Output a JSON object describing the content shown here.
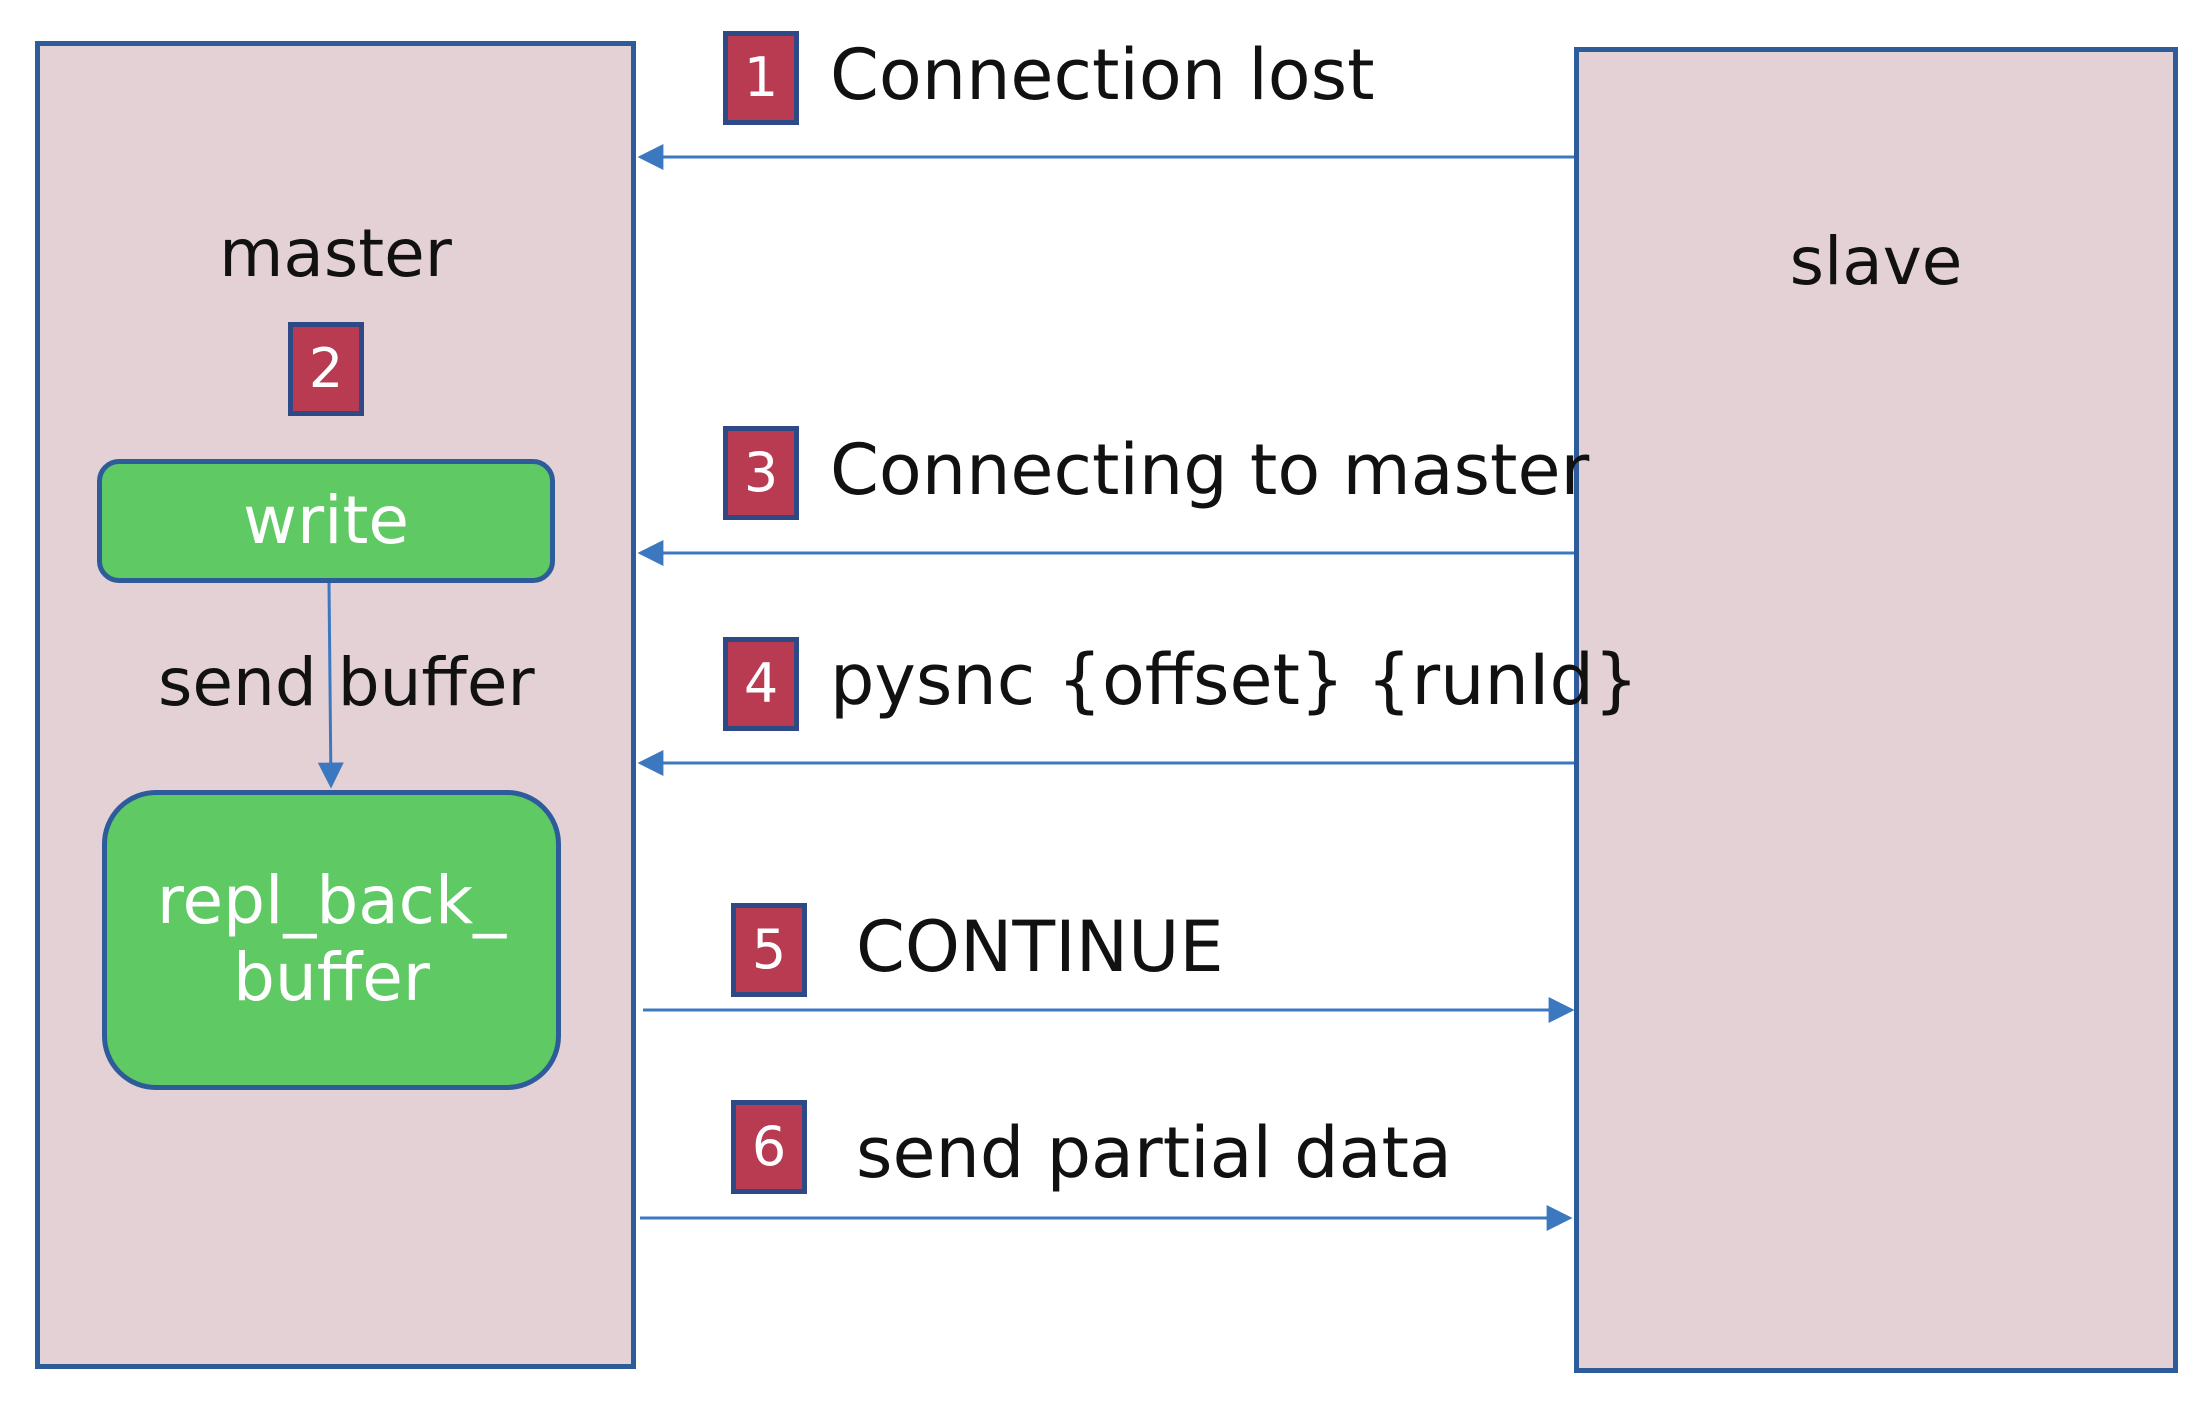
{
  "colors": {
    "node_fill": "#e4d1d5",
    "node_border": "#2e5c9a",
    "green_fill": "#5fca63",
    "badge_fill": "#b93b51",
    "arrow": "#3c78c0"
  },
  "master": {
    "label": "master",
    "step_badge": "2",
    "write_label": "write",
    "send_buffer_label": "send buffer",
    "buffer_label_line1": "repl_back_",
    "buffer_label_line2": "buffer"
  },
  "slave": {
    "label": "slave"
  },
  "messages": [
    {
      "step": "1",
      "text": "Connection lost",
      "direction": "slave-to-master"
    },
    {
      "step": "3",
      "text": "Connecting to master",
      "direction": "slave-to-master"
    },
    {
      "step": "4",
      "text": "pysnc {offset} {runId}",
      "direction": "slave-to-master"
    },
    {
      "step": "5",
      "text": "CONTINUE",
      "direction": "master-to-slave"
    },
    {
      "step": "6",
      "text": "send partial data",
      "direction": "master-to-slave"
    }
  ]
}
